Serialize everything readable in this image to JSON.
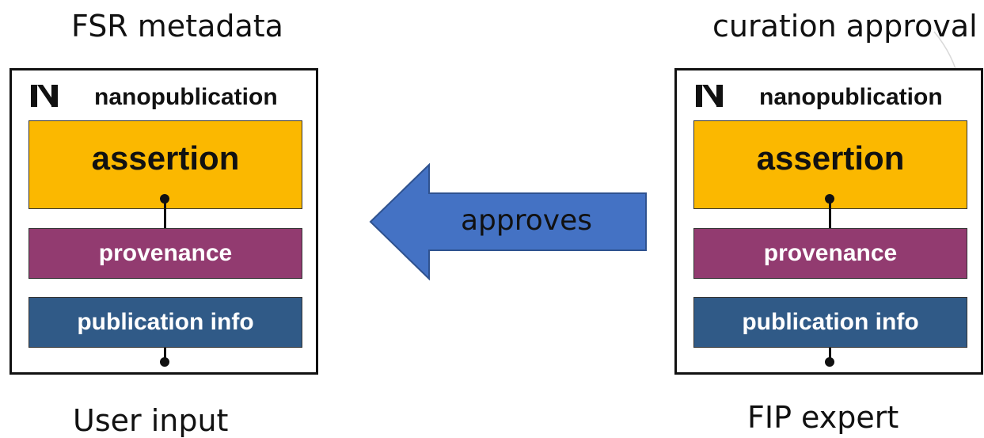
{
  "left": {
    "top_caption": "FSR metadata",
    "bottom_caption": "User input",
    "title": "nanopublication",
    "assertion": "assertion",
    "provenance": "provenance",
    "pubinfo": "publication info"
  },
  "right": {
    "top_caption": "curation approval",
    "bottom_caption": "FIP expert",
    "title": "nanopublication",
    "assertion": "assertion",
    "provenance": "provenance",
    "pubinfo": "publication info"
  },
  "arrow": {
    "label": "approves",
    "color": "#4472c4",
    "direction": "left"
  },
  "colors": {
    "assertion": "#fbb800",
    "provenance": "#923b70",
    "pubinfo": "#305a87"
  }
}
